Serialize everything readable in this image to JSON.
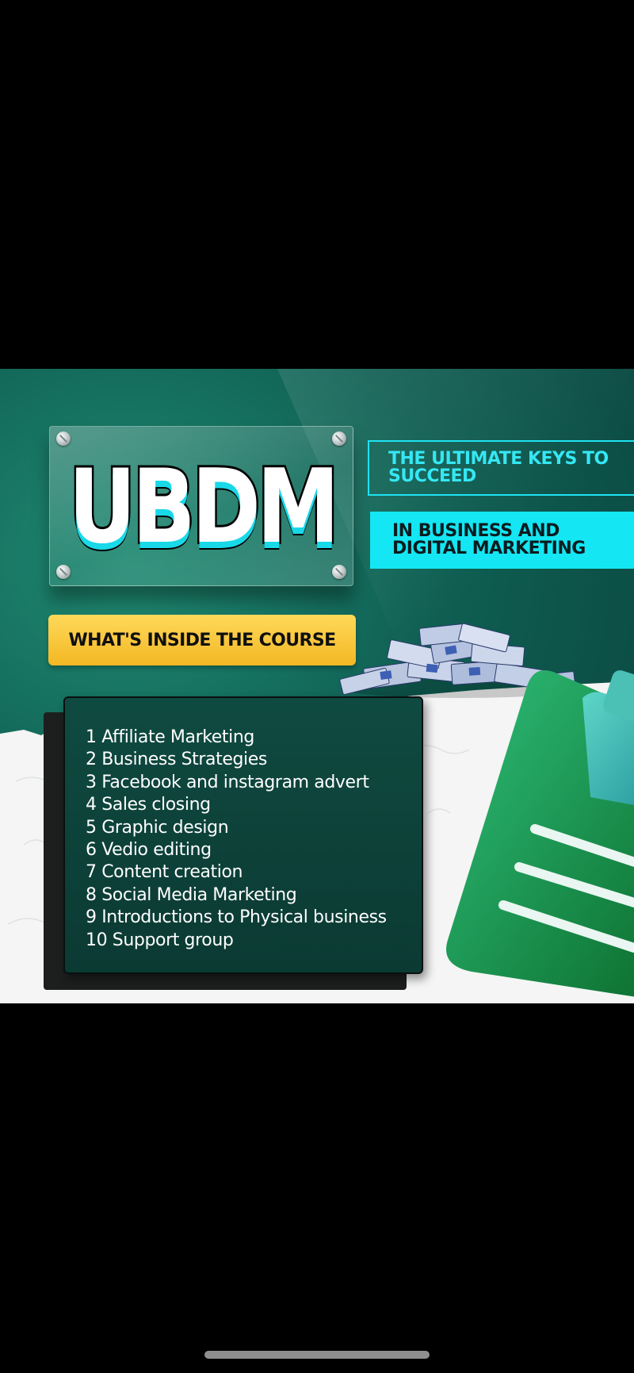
{
  "poster": {
    "brand": "UBDM",
    "tagline_1": "THE ULTIMATE KEYS TO\nSUCCEED",
    "tagline_2": "IN BUSINESS AND\nDIGITAL MARKETING",
    "course_heading": "WHAT'S INSIDE THE COURSE",
    "course_items": [
      "1 Affiliate Marketing",
      "2 Business Strategies",
      "3 Facebook and instagram advert",
      "4 Sales closing",
      "5 Graphic design",
      "6 Vedio editing",
      "7 Content creation",
      "8 Social Media Marketing",
      "9 Introductions to Physical business",
      "10 Support group"
    ]
  },
  "colors": {
    "background": "#000000",
    "poster_green": "#0f5e52",
    "cyan": "#14e6f3",
    "yellow": "#f3b723"
  },
  "icons": {
    "cash": "cash-pile-icon",
    "document": "document-icon",
    "screw": "screw-icon"
  }
}
